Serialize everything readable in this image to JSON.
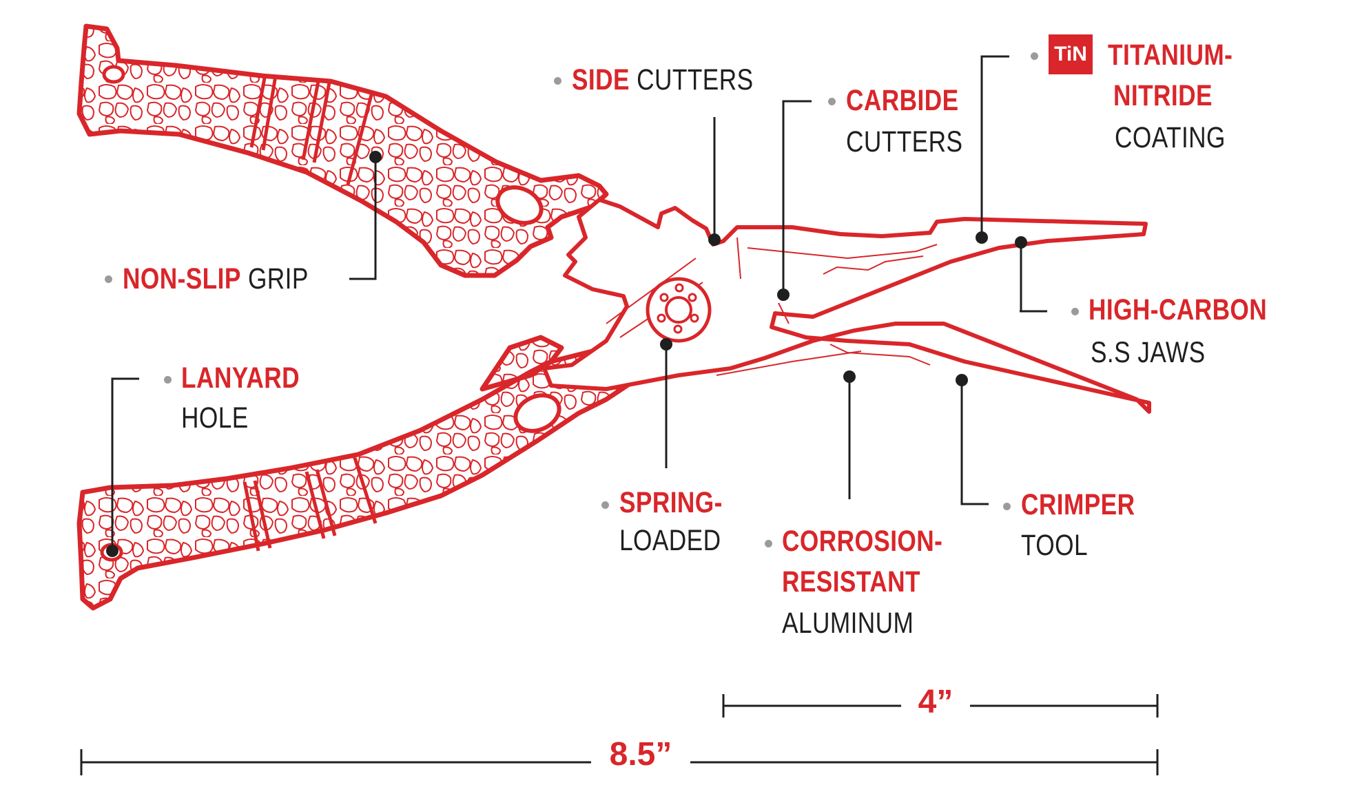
{
  "labels": {
    "side_cutters": {
      "red": "SIDE",
      "black": "CUTTERS"
    },
    "carbide_cutters": {
      "red": "CARBIDE",
      "black": "CUTTERS"
    },
    "tin_coating": {
      "badge": "TiN",
      "red_line1": "TITANIUM-",
      "red_line2": "NITRIDE",
      "black": "COATING"
    },
    "non_slip_grip": {
      "red": "NON-SLIP",
      "black": "GRIP"
    },
    "high_carbon_jaws": {
      "red": "HIGH-CARBON",
      "black": "S.S JAWS"
    },
    "lanyard_hole": {
      "red": "LANYARD",
      "black": "HOLE"
    },
    "spring_loaded": {
      "red": "SPRING-",
      "black": "LOADED"
    },
    "corrosion_resistant": {
      "red_line1": "CORROSION-",
      "red_line2": "RESISTANT",
      "black": "ALUMINUM"
    },
    "crimper_tool": {
      "red": "CRIMPER",
      "black": "TOOL"
    }
  },
  "dimensions": {
    "jaw_length": "4”",
    "overall_length": "8.5”"
  },
  "colors": {
    "accent_red": "#d9262a",
    "text_black": "#1f1f1f",
    "bullet_grey": "#9b9b9b"
  }
}
